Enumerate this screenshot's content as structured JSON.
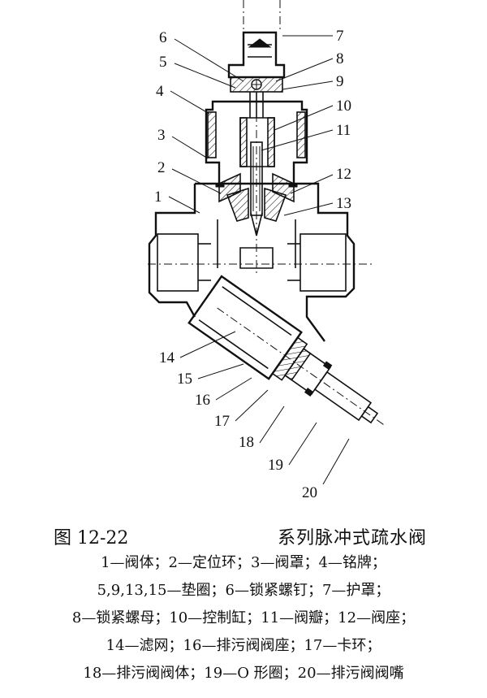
{
  "labels": [
    "1",
    "2",
    "3",
    "4",
    "5",
    "6",
    "7",
    "8",
    "9",
    "10",
    "11",
    "12",
    "13",
    "14",
    "15",
    "16",
    "17",
    "18",
    "19",
    "20"
  ],
  "caption": {
    "figure_number": "图 12-22",
    "title": "系列脉冲式疏水阀",
    "lines": [
      "1—阀体；2—定位环；3—阀罩；4—铭牌；",
      "5,9,13,15—垫圈；6—锁紧螺钉；7—护罩；",
      "8—锁紧螺母；10—控制缸；11—阀瓣；12—阀座；",
      "14—滤网；16—排污阀阀座；17—卡环；",
      "18—排污阀阀体；19—O 形圈；20—排污阀阀嘴"
    ]
  }
}
